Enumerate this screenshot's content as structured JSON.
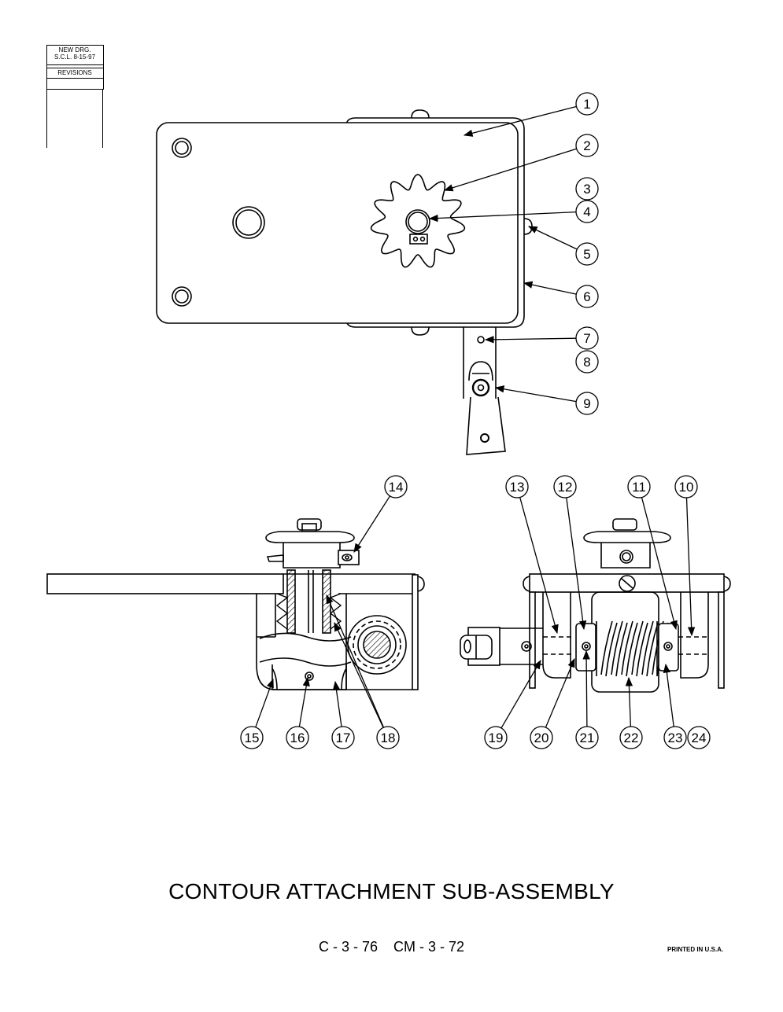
{
  "revision_block": {
    "line1": "NEW DRG.",
    "line2": "S.C.L.  8-15-97",
    "label": "REVISIONS"
  },
  "title": "CONTOUR ATTACHMENT SUB-ASSEMBLY",
  "drawing_numbers": "C - 3 - 76    CM - 3 - 72",
  "printed": "PRINTED IN U.S.A.",
  "callouts": [
    "1",
    "2",
    "3",
    "4",
    "5",
    "6",
    "7",
    "8",
    "9",
    "10",
    "11",
    "12",
    "13",
    "14",
    "15",
    "16",
    "17",
    "18",
    "19",
    "20",
    "21",
    "22",
    "23",
    "24"
  ]
}
